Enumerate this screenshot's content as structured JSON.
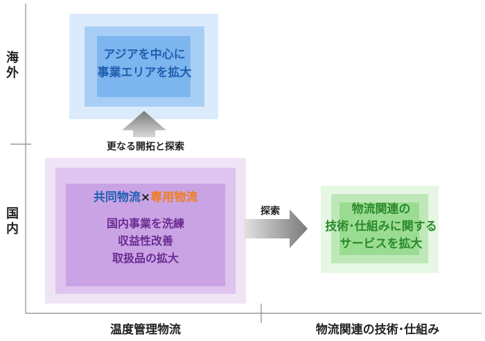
{
  "axes": {
    "y_top": "海外",
    "y_bottom": "国内",
    "x_left": "温度管理物流",
    "x_right": "物流関連の技術･仕組み"
  },
  "boxes": {
    "overseas": {
      "line1": "アジアを中心に",
      "line2": "事業エリアを拡大"
    },
    "domestic": {
      "head_a": "共同物流",
      "head_x": "×",
      "head_b": "専用物流",
      "line1": "国内事業を洗練",
      "line2": "収益性改善",
      "line3": "取扱品の拡大"
    },
    "tech": {
      "line1": "物流関連の",
      "line2": "技術･仕組みに関する",
      "line3": "サービスを拡大"
    }
  },
  "arrows": {
    "up_label": "更なる開拓と探索",
    "right_label": "探索"
  },
  "colors": {
    "blue": "#1f5fb0",
    "orange": "#f07d1a",
    "purple": "#6a2c91",
    "green": "#2a8a2a"
  }
}
